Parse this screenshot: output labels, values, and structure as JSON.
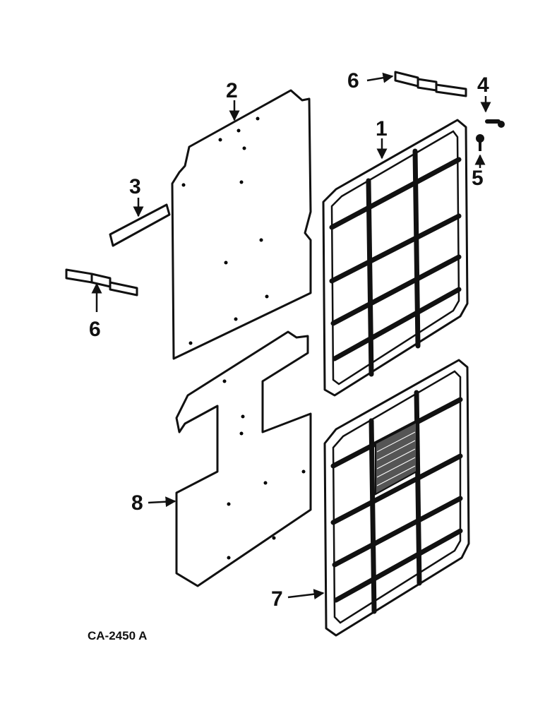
{
  "callouts": {
    "c1": "1",
    "c2": "2",
    "c3": "3",
    "c4": "4",
    "c5": "5",
    "c6a": "6",
    "c6b": "6",
    "c7": "7",
    "c8": "8"
  },
  "figure_code": "CA-2450 A"
}
